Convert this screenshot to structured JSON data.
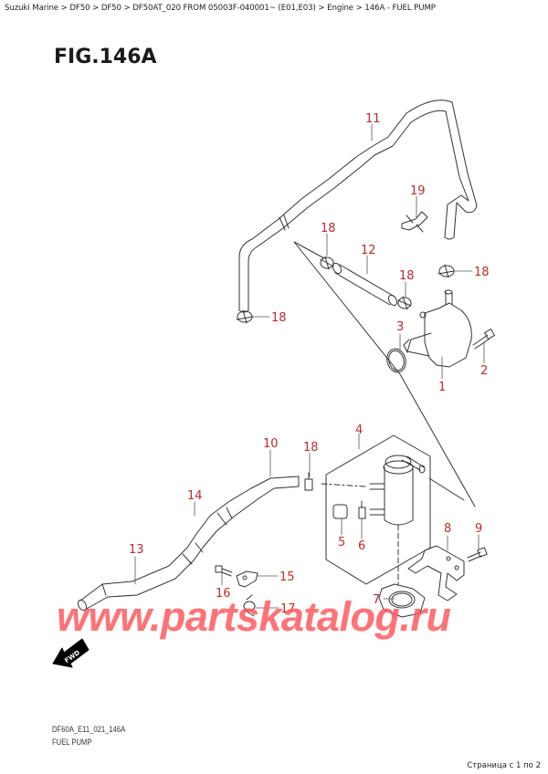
{
  "breadcrumb": {
    "text": "Suzuki Marine > DF50 > DF50 > DF50AT_020 FROM 05003F-040001~ (E01,E03) > Engine > 146A - FUEL PUMP",
    "items": [
      "Suzuki Marine",
      "DF50",
      "DF50",
      "DF50AT_020 FROM 05003F-040001~ (E01,E03)",
      "Engine",
      "146A - FUEL PUMP"
    ]
  },
  "figure": {
    "title": "FIG.146A",
    "code": "DF60A_E11_021_146A",
    "name": "FUEL PUMP",
    "label_color": "#c0282d",
    "fwd_label": "FWD"
  },
  "callouts": [
    {
      "num": "1",
      "part": "fuel-pump"
    },
    {
      "num": "2",
      "part": "bolt"
    },
    {
      "num": "3",
      "part": "o-ring"
    },
    {
      "num": "4",
      "part": "fuel-filter-assy"
    },
    {
      "num": "5",
      "part": "cushion"
    },
    {
      "num": "6",
      "part": "clip"
    },
    {
      "num": "7",
      "part": "filter-holder"
    },
    {
      "num": "8",
      "part": "bracket"
    },
    {
      "num": "9",
      "part": "bolt"
    },
    {
      "num": "10",
      "part": "hose"
    },
    {
      "num": "11",
      "part": "hose"
    },
    {
      "num": "12",
      "part": "hose"
    },
    {
      "num": "13",
      "part": "hose"
    },
    {
      "num": "14",
      "part": "protector"
    },
    {
      "num": "15",
      "part": "clamp"
    },
    {
      "num": "16",
      "part": "bolt"
    },
    {
      "num": "17",
      "part": "clip"
    },
    {
      "num": "18",
      "part": "clip"
    },
    {
      "num": "19",
      "part": "clamp"
    }
  ],
  "labels": {
    "c1": "1",
    "c2": "2",
    "c3": "3",
    "c4": "4",
    "c5": "5",
    "c6": "6",
    "c7": "7",
    "c8": "8",
    "c9": "9",
    "c10": "10",
    "c11": "11",
    "c12": "12",
    "c13": "13",
    "c14": "14",
    "c15": "15",
    "c16": "16",
    "c17": "17",
    "c18a": "18",
    "c18b": "18",
    "c18c": "18",
    "c18d": "18",
    "c18e": "18",
    "c19": "19"
  },
  "watermark": "www.partskatalog.ru",
  "pager": "Страница с 1 по 2"
}
